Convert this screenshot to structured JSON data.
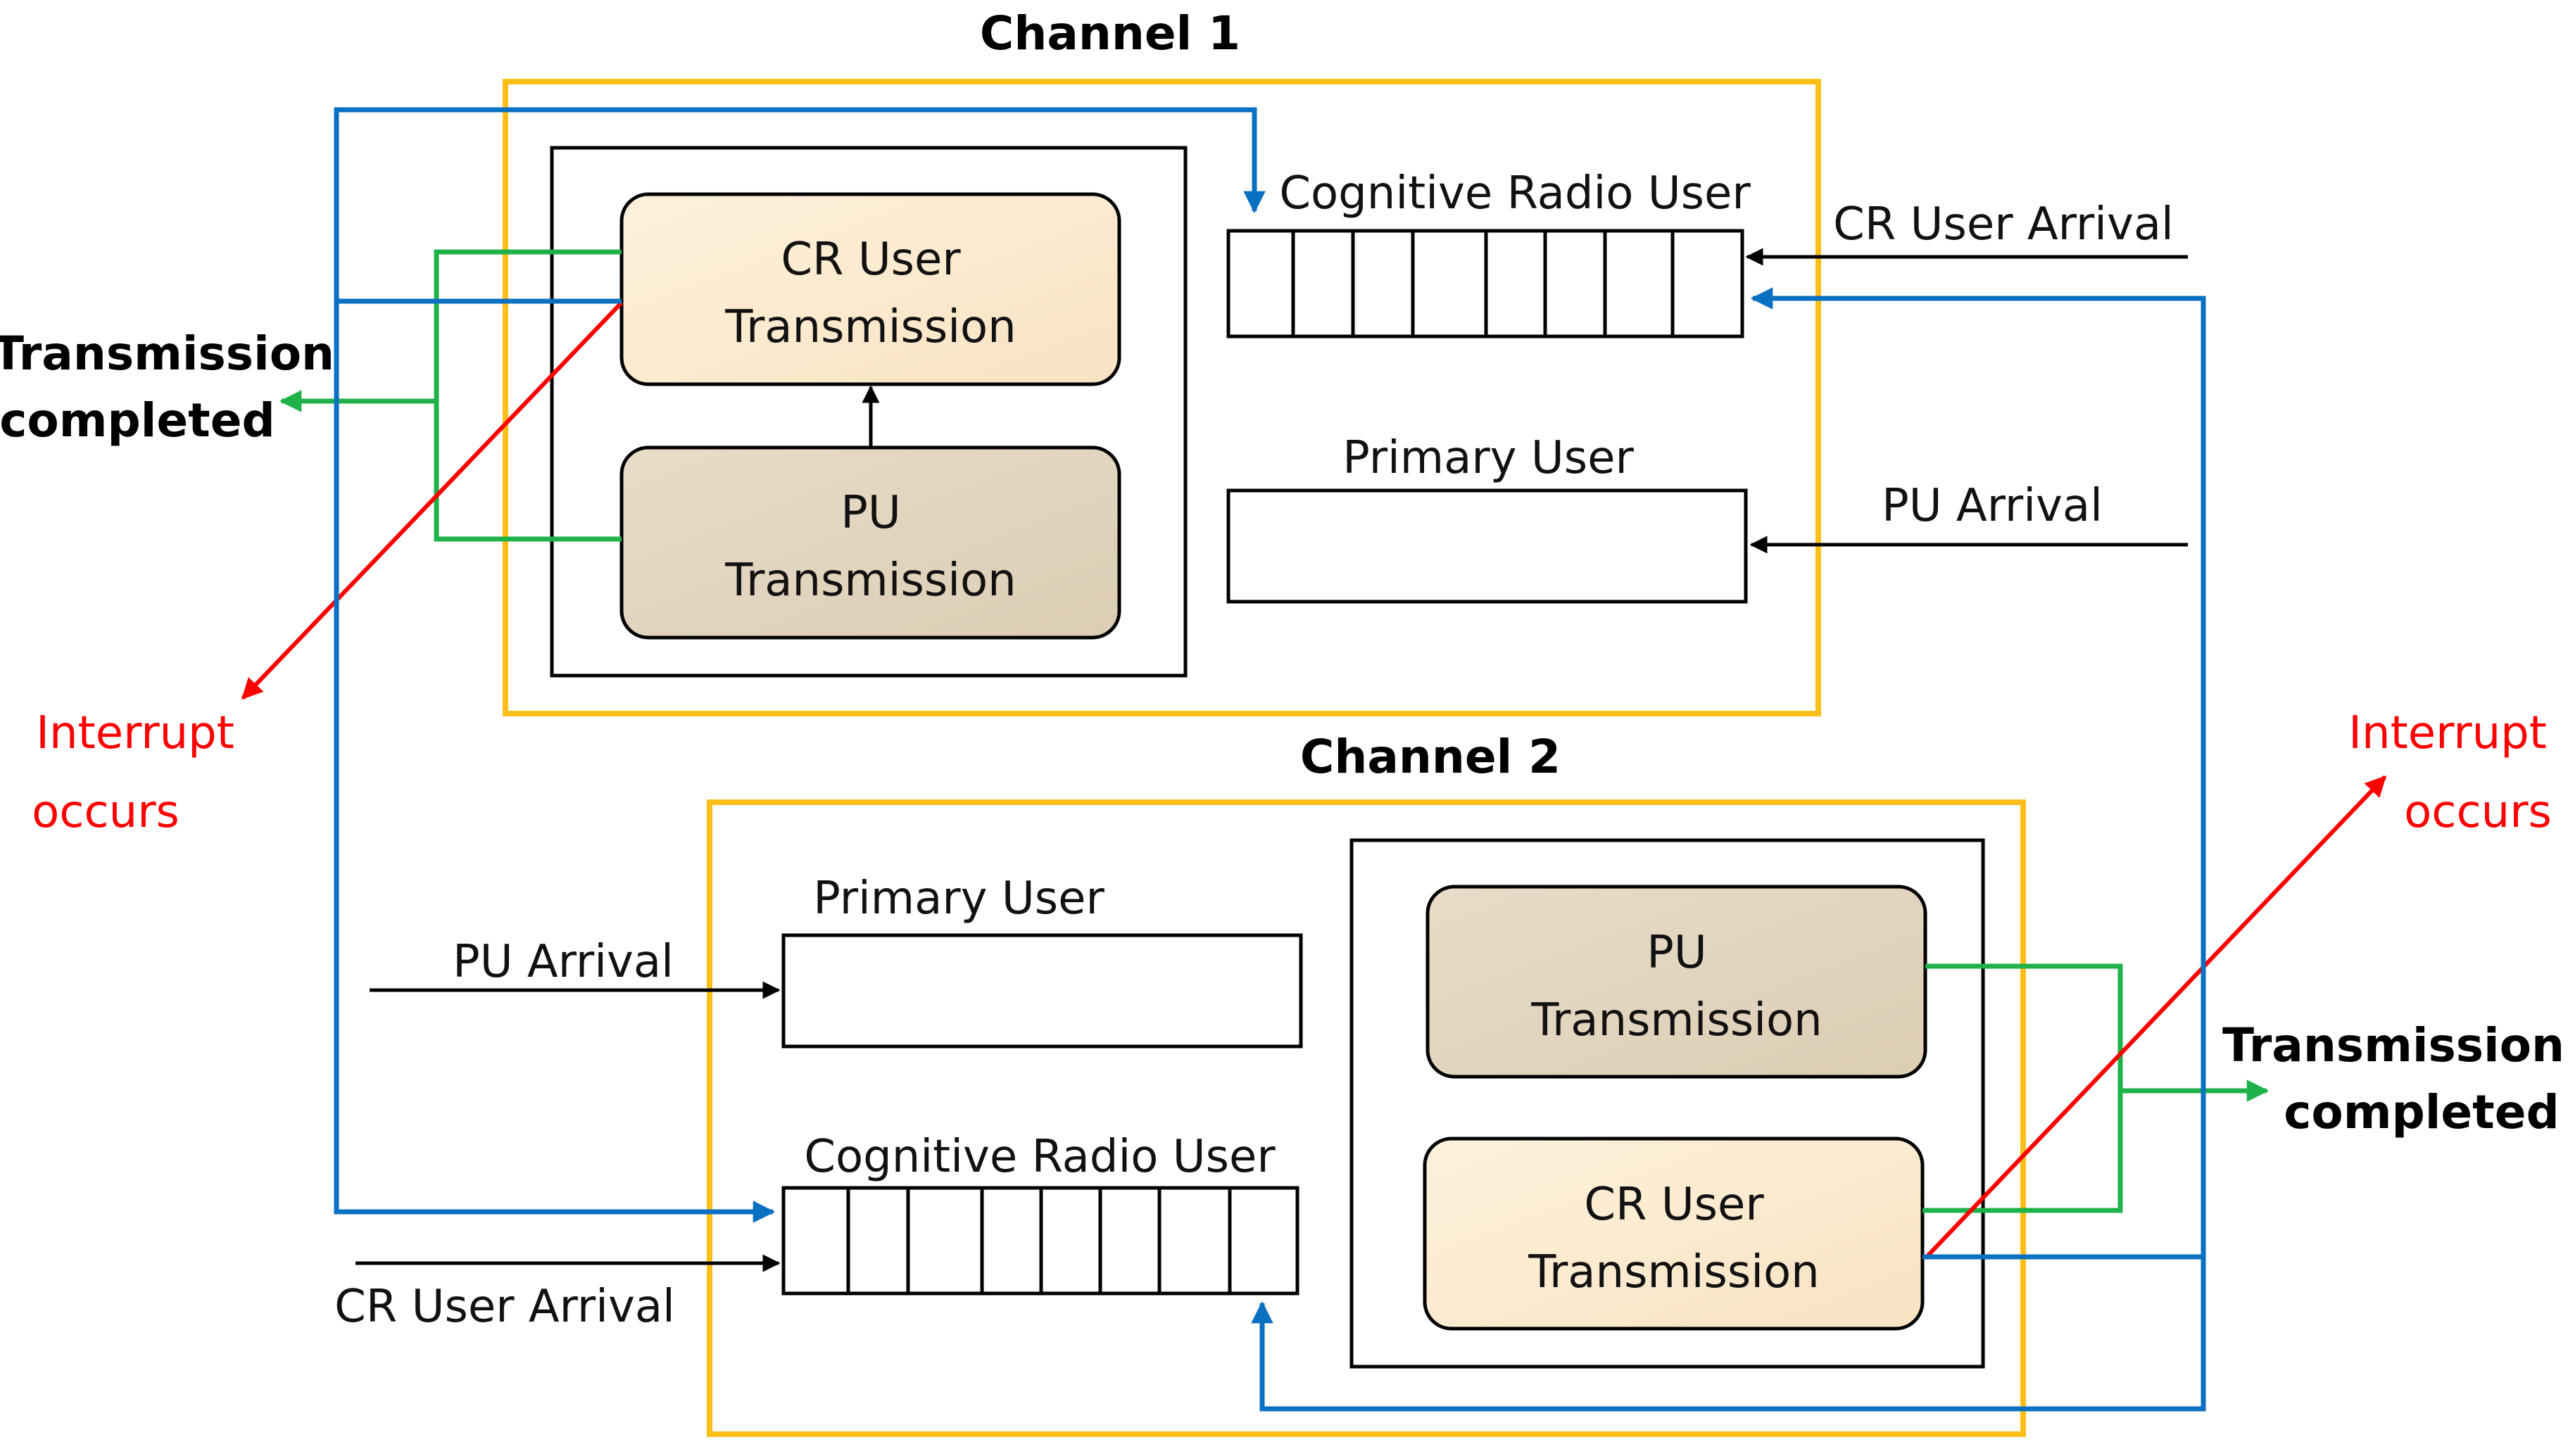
{
  "colors": {
    "channel_border": "#fcbf1a",
    "cr_feedback": "#0a70c2",
    "completed": "#1fb24a",
    "interrupt": "#ff0000",
    "cr_block_fill": "#fbeacb",
    "pu_block_fill": "#e2d5bf"
  },
  "channel1": {
    "title": "Channel 1",
    "cr_queue_label": "Cognitive Radio User",
    "pu_queue_label": "Primary User",
    "cr_arrival": "CR User Arrival",
    "pu_arrival": "PU Arrival",
    "cr_block": {
      "line1": "CR User",
      "line2": "Transmission"
    },
    "pu_block": {
      "line1": "PU",
      "line2": "Transmission"
    },
    "completed": {
      "line1": "Transmission",
      "line2": "completed"
    },
    "interrupt": {
      "line1": "Interrupt",
      "line2": "occurs"
    }
  },
  "channel2": {
    "title": "Channel 2",
    "cr_queue_label": "Cognitive Radio User",
    "pu_queue_label": "Primary User",
    "cr_arrival": "CR User Arrival",
    "pu_arrival": "PU Arrival",
    "cr_block": {
      "line1": "CR User",
      "line2": "Transmission"
    },
    "pu_block": {
      "line1": "PU",
      "line2": "Transmission"
    },
    "completed": {
      "line1": "Transmission",
      "line2": "completed"
    },
    "interrupt": {
      "line1": "Interrupt",
      "line2": "occurs"
    }
  }
}
